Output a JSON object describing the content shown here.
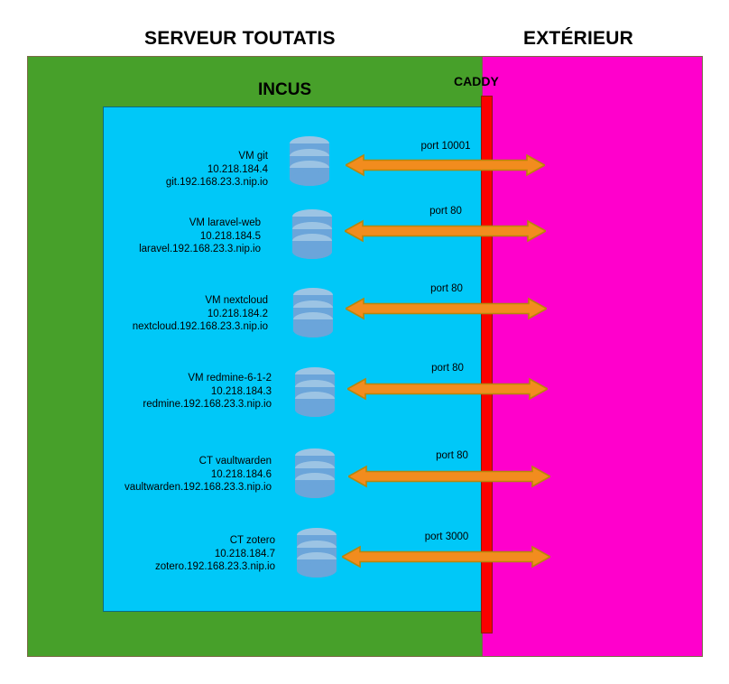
{
  "diagram": {
    "zones": {
      "server_title": "SERVEUR TOUTATIS",
      "exterior_title": "EXTÉRIEUR",
      "incus_label": "INCUS",
      "caddy_label": "CADDY"
    },
    "colors": {
      "server_green": "#47a02a",
      "exterior_magenta": "#ff00cc",
      "incus_cyan": "#00c8f8",
      "caddy_red": "#fb0000",
      "arrow_orange": "#f28c1e",
      "arrow_outline": "#b8860b",
      "db_blue": "#6ba5da",
      "db_blue_light": "#9cc4e4"
    },
    "services": [
      {
        "name": "VM git",
        "ip": "10.218.184.4",
        "host": "git.192.168.23.3.nip.io",
        "port_label": "port 10001",
        "icon": "database-icon"
      },
      {
        "name": "VM laravel-web",
        "ip": "10.218.184.5",
        "host": "laravel.192.168.23.3.nip.io",
        "port_label": "port 80",
        "icon": "database-icon"
      },
      {
        "name": "VM nextcloud",
        "ip": "10.218.184.2",
        "host": "nextcloud.192.168.23.3.nip.io",
        "port_label": "port 80",
        "icon": "database-icon"
      },
      {
        "name": "VM redmine-6-1-2",
        "ip": "10.218.184.3",
        "host": "redmine.192.168.23.3.nip.io",
        "port_label": "port 80",
        "icon": "database-icon"
      },
      {
        "name": "CT vaultwarden",
        "ip": "10.218.184.6",
        "host": "vaultwarden.192.168.23.3.nip.io",
        "port_label": "port 80",
        "icon": "database-icon"
      },
      {
        "name": "CT zotero",
        "ip": "10.218.184.7",
        "host": "zotero.192.168.23.3.nip.io",
        "port_label": "port 3000",
        "icon": "database-icon"
      }
    ]
  }
}
